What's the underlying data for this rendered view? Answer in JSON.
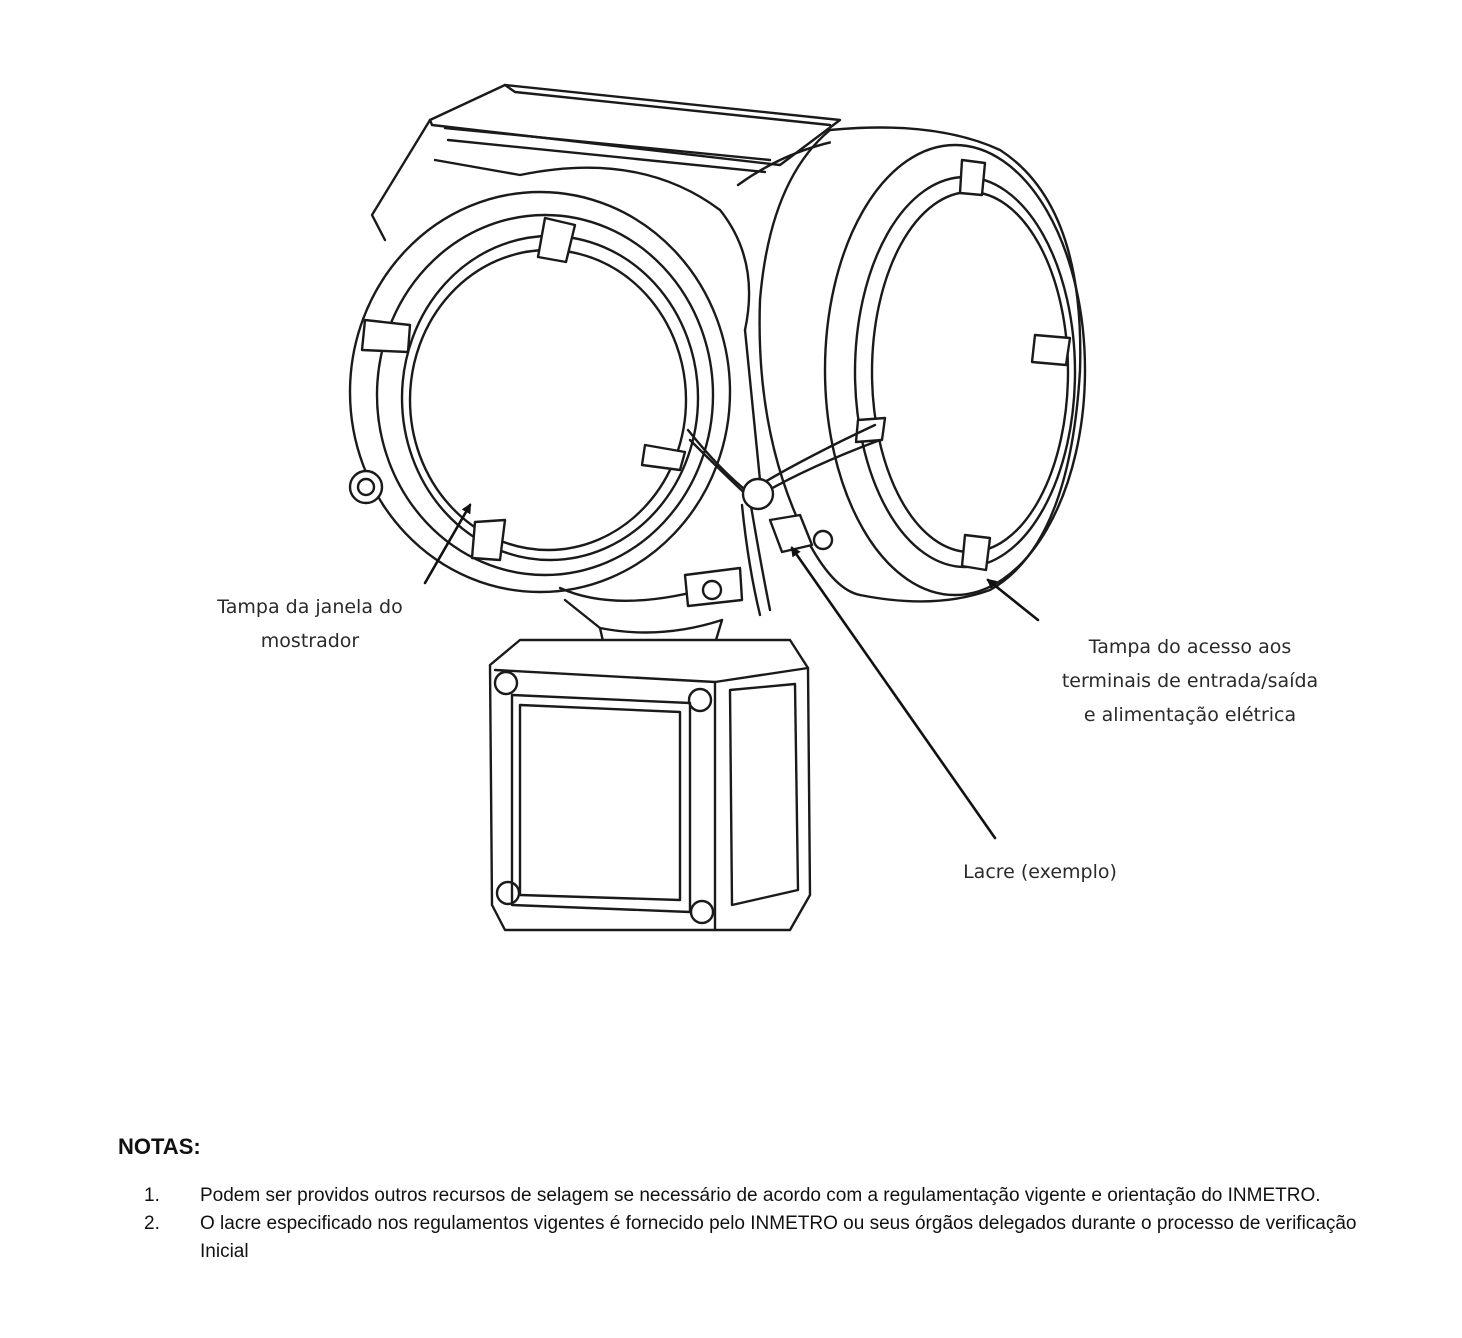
{
  "labels": {
    "display_cover": [
      "Tampa da janela do",
      "mostrador"
    ],
    "terminal_cover": [
      "Tampa do acesso aos",
      "terminais de entrada/saída",
      "e alimentação elétrica"
    ],
    "seal": "Lacre (exemplo)"
  },
  "notes": {
    "title": "NOTAS:",
    "items": [
      {
        "num": "1.",
        "text": "Podem ser providos outros recursos de selagem se necessário de acordo com a regulamentação vigente e orientação do INMETRO."
      },
      {
        "num": "2.",
        "text": "O lacre especificado nos regulamentos vigentes é fornecido pelo INMETRO ou seus órgãos delegados durante o processo de verificação Inicial"
      }
    ]
  }
}
